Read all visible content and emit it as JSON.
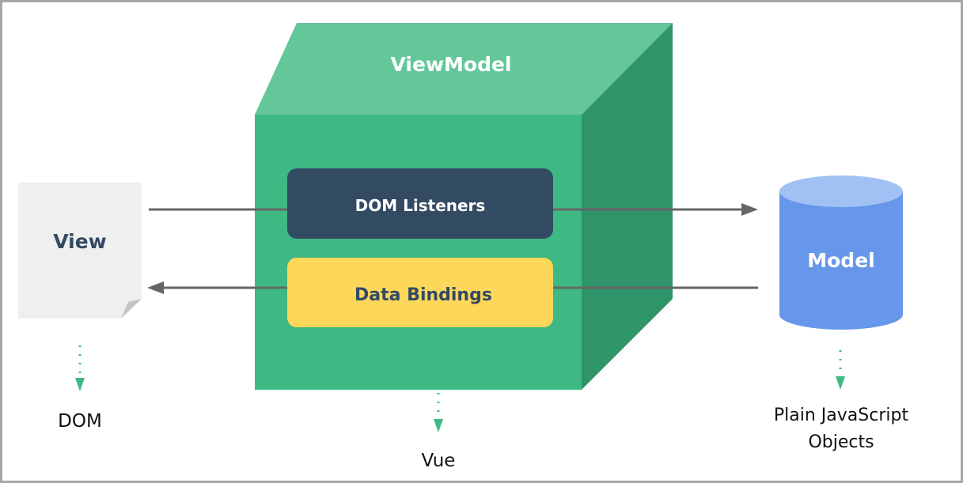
{
  "diagram": {
    "title": "Vue MVVM architecture",
    "viewmodel": {
      "label": "ViewModel",
      "caption": "Vue"
    },
    "view": {
      "label": "View",
      "caption": "DOM"
    },
    "model": {
      "label": "Model",
      "caption_line1": "Plain JavaScript",
      "caption_line2": "Objects"
    },
    "dom_listeners": {
      "label": "DOM Listeners"
    },
    "data_bindings": {
      "label": "Data Bindings"
    },
    "edges": [
      {
        "from": "View",
        "to": "Model",
        "via": "DOM Listeners",
        "direction": "right"
      },
      {
        "from": "Model",
        "to": "View",
        "via": "Data Bindings",
        "direction": "left"
      }
    ],
    "colors": {
      "cube_front": "#3eb983",
      "cube_top": "#64c799",
      "cube_side": "#2f9469",
      "dom_listeners_bg": "#334a63",
      "data_bindings_bg": "#fcd75a",
      "model_body": "#6797ea",
      "model_top": "#a1c0f4",
      "view_paper": "#efefef",
      "arrow": "#666666",
      "dotted_arrow": "#3eb983"
    }
  }
}
